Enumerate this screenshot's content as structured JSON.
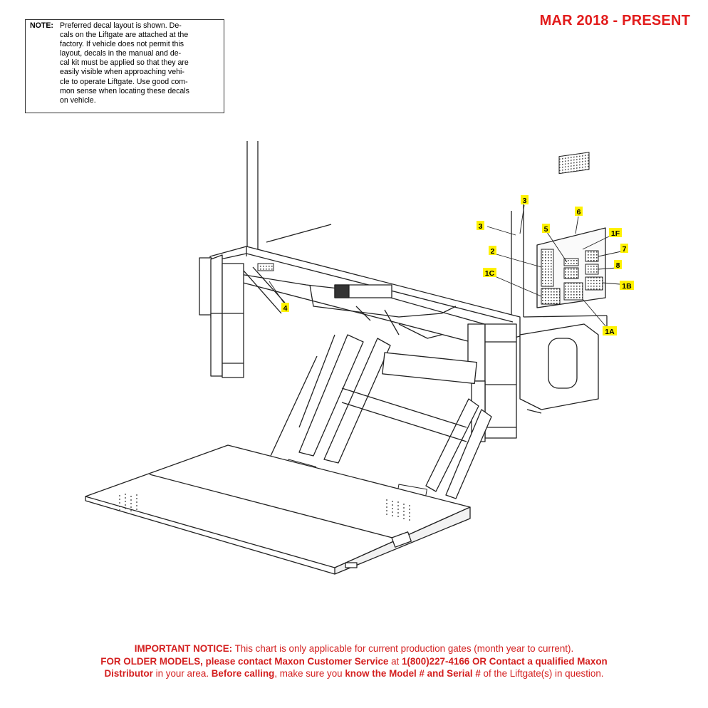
{
  "header": {
    "date_range": "MAR 2018 - PRESENT"
  },
  "note": {
    "label": "NOTE:",
    "lines": [
      "Preferred decal layout is shown. De-",
      "cals on the Liftgate are attached at the",
      "factory. If vehicle does not permit this",
      "layout, decals in the manual and de-",
      "cal kit must be applied so that they are",
      "easily visible when approaching vehi-",
      "cle to operate Liftgate. Use good com-",
      "mon sense when locating these decals",
      "on vehicle."
    ]
  },
  "callouts": {
    "c3a": "3",
    "c3b": "3",
    "c6": "6",
    "c5": "5",
    "c1f": "1F",
    "c2": "2",
    "c7": "7",
    "c8": "8",
    "c1c": "1C",
    "c1b": "1B",
    "c4": "4",
    "c1a": "1A"
  },
  "colors": {
    "callout_fill": "#fff200",
    "notice_red": "#d42020",
    "title_red": "#e21c1c"
  },
  "notice": {
    "l1_bold": "IMPORTANT NOTICE:",
    "l1_rest": " This chart is only applicable for current production gates (month year to current).",
    "l2_bold1": "FOR OLDER MODELS, please contact Maxon Customer Service",
    "l2_mid": " at ",
    "l2_bold2": "1(800)227-4166 OR Contact a qualified Maxon",
    "l3_bold1": "Distributor",
    "l3_mid1": " in your area. ",
    "l3_bold2": "Before calling",
    "l3_mid2": ", make sure you ",
    "l3_bold3": "know the Model # and Serial #",
    "l3_end": " of the Liftgate(s) in question."
  }
}
